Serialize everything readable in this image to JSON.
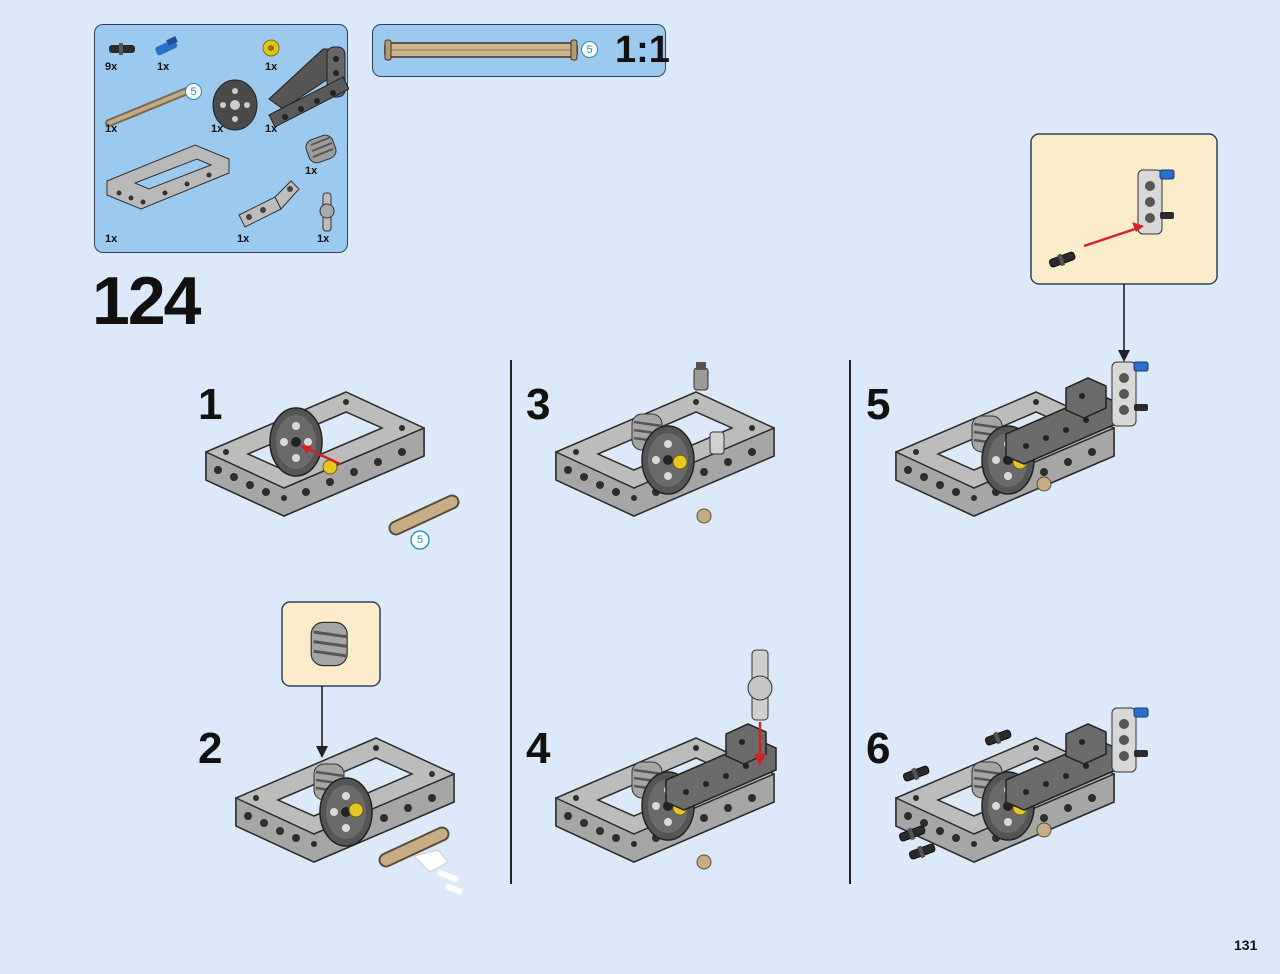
{
  "parts_list": {
    "items": [
      {
        "qty": "9x",
        "icon": "black-friction-pin-icon"
      },
      {
        "qty": "1x",
        "icon": "blue-axle-pin-icon"
      },
      {
        "qty": "1x",
        "icon": "yellow-bushing-icon"
      },
      {
        "qty": "1x",
        "icon": "axle-5-icon"
      },
      {
        "qty": "1x",
        "icon": "pulley-wheel-icon"
      },
      {
        "qty": "1x",
        "icon": "l-beam-dark-icon"
      },
      {
        "qty": "1x",
        "icon": "worm-gear-icon"
      },
      {
        "qty": "1x",
        "icon": "open-frame-icon"
      },
      {
        "qty": "1x",
        "icon": "angled-beam-icon"
      },
      {
        "qty": "1x",
        "icon": "axle-joiner-icon"
      }
    ],
    "axle_length": "5"
  },
  "scale": {
    "label": "1:1",
    "axle_length": "5"
  },
  "step_number": "124",
  "substeps": [
    "1",
    "2",
    "3",
    "4",
    "5",
    "6"
  ],
  "substep1_axle_length": "5",
  "page_number": "131",
  "colors": {
    "background": "#dce9f8",
    "panel": "#9cc9ee",
    "callout": "#fbeccb",
    "arrow": "#d42027"
  }
}
